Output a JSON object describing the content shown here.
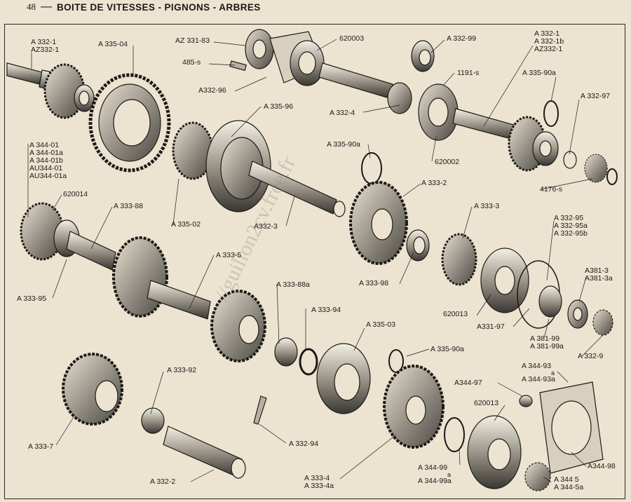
{
  "page": {
    "number": "48",
    "dash": "—",
    "title": "BOITE DE VITESSES - PIGNONS - ARBRES"
  },
  "watermark": "//guillon2cv.free.fr",
  "labels": [
    {
      "id": "a3321-top-left",
      "lines": [
        "A 332-1",
        "AZ332-1"
      ]
    },
    {
      "id": "a33504",
      "lines": [
        "A 335-04"
      ]
    },
    {
      "id": "az33183",
      "lines": [
        "AZ 331-83"
      ]
    },
    {
      "id": "b485s",
      "lines": [
        "485-s"
      ]
    },
    {
      "id": "a33296",
      "lines": [
        "A332-96"
      ]
    },
    {
      "id": "b620003",
      "lines": [
        "620003"
      ]
    },
    {
      "id": "a33299",
      "lines": [
        "A 332-99"
      ]
    },
    {
      "id": "a3321-top-right",
      "lines": [
        "A 332-1",
        "A 332-1b",
        "AZ332-1"
      ]
    },
    {
      "id": "b1191s",
      "lines": [
        "1191-s"
      ]
    },
    {
      "id": "a33590a-top",
      "lines": [
        "A 335-90a"
      ]
    },
    {
      "id": "a33297",
      "lines": [
        "A 332-97"
      ]
    },
    {
      "id": "a33596",
      "lines": [
        "A 335-96"
      ]
    },
    {
      "id": "a3324",
      "lines": [
        "A 332-4"
      ]
    },
    {
      "id": "b620002",
      "lines": [
        "620002"
      ]
    },
    {
      "id": "a33590a-mid",
      "lines": [
        "A 335-90a"
      ]
    },
    {
      "id": "b4176s",
      "lines": [
        "4176-s"
      ]
    },
    {
      "id": "a34401",
      "lines": [
        "A 344-01",
        "A 344-01a",
        "A 344-01b",
        "AU344-01",
        "AU344-01a"
      ]
    },
    {
      "id": "b620014",
      "lines": [
        "620014"
      ]
    },
    {
      "id": "a33388",
      "lines": [
        "A 333-88"
      ]
    },
    {
      "id": "a3332",
      "lines": [
        "A 333-2"
      ]
    },
    {
      "id": "a33502",
      "lines": [
        "A 335-02"
      ]
    },
    {
      "id": "a3323",
      "lines": [
        "A332-3"
      ]
    },
    {
      "id": "a3333",
      "lines": [
        "A 333-3"
      ]
    },
    {
      "id": "a33295",
      "lines": [
        "A 332-95",
        "A 332-95a",
        "A 332-95b"
      ]
    },
    {
      "id": "a3335",
      "lines": [
        "A 333-5"
      ]
    },
    {
      "id": "a33398",
      "lines": [
        "A 333-98"
      ]
    },
    {
      "id": "a3813",
      "lines": [
        "A381-3",
        "A381-3a"
      ]
    },
    {
      "id": "a33395",
      "lines": [
        "A 333-95"
      ]
    },
    {
      "id": "a33388a",
      "lines": [
        "A 333-88a"
      ]
    },
    {
      "id": "b620013-mid",
      "lines": [
        "620013"
      ]
    },
    {
      "id": "a33197",
      "lines": [
        "A331-97"
      ]
    },
    {
      "id": "a38199",
      "lines": [
        "A 381-99",
        "A 381-99a"
      ]
    },
    {
      "id": "a33394",
      "lines": [
        "A 333-94"
      ]
    },
    {
      "id": "a33503",
      "lines": [
        "A 335-03"
      ]
    },
    {
      "id": "a3329",
      "lines": [
        "A 332-9"
      ]
    },
    {
      "id": "a33590a-low",
      "lines": [
        "A 335-90a"
      ]
    },
    {
      "id": "a33392",
      "lines": [
        "A 333-92"
      ]
    },
    {
      "id": "a34493",
      "lines": [
        "A 344-93",
        "a",
        "A 344-93a"
      ]
    },
    {
      "id": "a34497",
      "lines": [
        "A344-97"
      ]
    },
    {
      "id": "b620013-low",
      "lines": [
        "620013"
      ]
    },
    {
      "id": "a3337",
      "lines": [
        "A 333-7"
      ]
    },
    {
      "id": "a33294",
      "lines": [
        "A 332-94"
      ]
    },
    {
      "id": "a34499",
      "lines": [
        "A 344-99",
        "a",
        "A 344-99a"
      ]
    },
    {
      "id": "a3322",
      "lines": [
        "A 332-2"
      ]
    },
    {
      "id": "a3334",
      "lines": [
        "A 333-4",
        "A 333-4a"
      ]
    },
    {
      "id": "a34498",
      "lines": [
        "A344-98"
      ]
    },
    {
      "id": "a3445",
      "lines": [
        "A 344 5",
        "A 344-5a"
      ]
    }
  ]
}
